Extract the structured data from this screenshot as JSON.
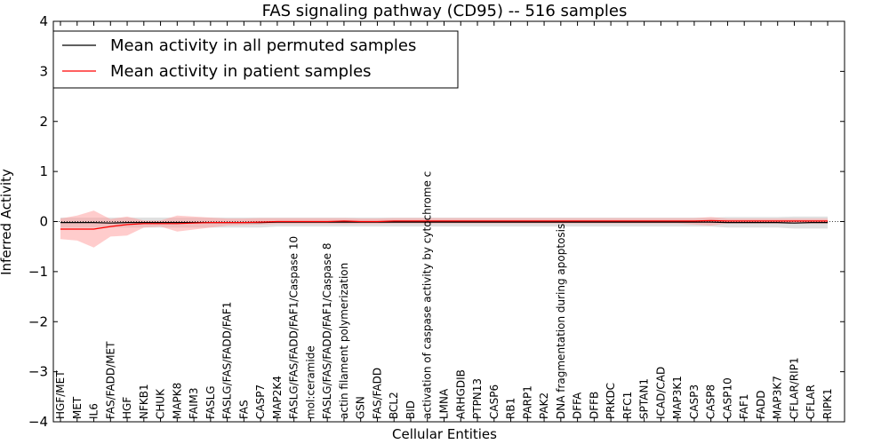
{
  "chart_data": {
    "type": "line",
    "title": "FAS signaling pathway (CD95) -- 516 samples",
    "xlabel": "Cellular Entities",
    "ylabel": "Inferred Activity",
    "ylim": [
      -4,
      4
    ],
    "yticks": [
      "−4",
      "−3",
      "−2",
      "−1",
      "0",
      "1",
      "2",
      "3",
      "4"
    ],
    "grid": false,
    "legend_position": "top-left",
    "categories": [
      "HGF/MET",
      "MET",
      "IL6",
      "FAS/FADD/MET",
      "HGF",
      "NFKB1",
      "CHUK",
      "MAPK8",
      "FAIM3",
      "FASLG",
      "FASLG/FAS/FADD/FAF1",
      "FAS",
      "CASP7",
      "MAP2K4",
      "FASLG/FAS/FADD/FAF1/Caspase 10",
      "mol:ceramide",
      "FASLG/FAS/FADD/FAF1/Caspase 8",
      "actin filament polymerization",
      "GSN",
      "FAS/FADD",
      "BCL2",
      "BID",
      "activation of caspase activity by cytochrome c",
      "LMNA",
      "ARHGDIB",
      "PTPN13",
      "CASP6",
      "RB1",
      "PARP1",
      "PAK2",
      "DNA fragmentation during apoptosis",
      "DFFA",
      "DFFB",
      "PRKDC",
      "RFC1",
      "SPTAN1",
      "ICAD/CAD",
      "MAP3K1",
      "CASP3",
      "CASP8",
      "CASP10",
      "FAF1",
      "FADD",
      "MAP3K7",
      "CFLAR/RIP1",
      "CFLAR",
      "RIPK1"
    ],
    "series": [
      {
        "name": "Mean activity in all permuted samples",
        "color": "#000000",
        "band_color": "#cccccc",
        "values": [
          -0.02,
          -0.02,
          -0.02,
          -0.03,
          -0.02,
          -0.02,
          -0.02,
          -0.02,
          -0.02,
          -0.02,
          -0.02,
          -0.02,
          -0.02,
          -0.01,
          -0.01,
          -0.01,
          -0.01,
          -0.01,
          -0.01,
          -0.01,
          -0.01,
          -0.01,
          -0.01,
          -0.01,
          -0.01,
          -0.01,
          -0.01,
          -0.01,
          -0.01,
          -0.01,
          -0.01,
          -0.01,
          -0.01,
          -0.01,
          -0.01,
          -0.01,
          -0.01,
          -0.01,
          -0.01,
          -0.01,
          -0.02,
          -0.02,
          -0.02,
          -0.02,
          -0.03,
          -0.02,
          -0.02
        ],
        "lower": [
          -0.12,
          -0.12,
          -0.12,
          -0.12,
          -0.12,
          -0.12,
          -0.12,
          -0.12,
          -0.12,
          -0.12,
          -0.12,
          -0.12,
          -0.12,
          -0.1,
          -0.1,
          -0.1,
          -0.1,
          -0.1,
          -0.1,
          -0.1,
          -0.1,
          -0.1,
          -0.1,
          -0.1,
          -0.1,
          -0.1,
          -0.1,
          -0.1,
          -0.1,
          -0.1,
          -0.1,
          -0.1,
          -0.1,
          -0.1,
          -0.1,
          -0.1,
          -0.1,
          -0.1,
          -0.1,
          -0.1,
          -0.12,
          -0.12,
          -0.12,
          -0.12,
          -0.14,
          -0.14,
          -0.14
        ],
        "upper": [
          0.08,
          0.08,
          0.08,
          0.08,
          0.08,
          0.08,
          0.08,
          0.08,
          0.08,
          0.08,
          0.08,
          0.08,
          0.08,
          0.08,
          0.08,
          0.08,
          0.08,
          0.08,
          0.08,
          0.08,
          0.08,
          0.08,
          0.08,
          0.08,
          0.08,
          0.08,
          0.08,
          0.08,
          0.08,
          0.08,
          0.08,
          0.08,
          0.08,
          0.08,
          0.08,
          0.08,
          0.08,
          0.08,
          0.08,
          0.08,
          0.09,
          0.09,
          0.09,
          0.09,
          0.1,
          0.1,
          0.1
        ]
      },
      {
        "name": "Mean activity in patient samples",
        "color": "#ff0000",
        "band_color": "#ff9999",
        "values": [
          -0.15,
          -0.15,
          -0.15,
          -0.1,
          -0.06,
          -0.04,
          -0.04,
          -0.04,
          -0.03,
          -0.02,
          -0.02,
          -0.02,
          -0.01,
          0,
          0,
          0,
          0,
          0.01,
          0,
          0,
          0.01,
          0.01,
          0.01,
          0.01,
          0.01,
          0.01,
          0.01,
          0.01,
          0.01,
          0.01,
          0.01,
          0.01,
          0.01,
          0.01,
          0.01,
          0.01,
          0.01,
          0.01,
          0.01,
          0.02,
          0.01,
          0.01,
          0.01,
          0.01,
          0.01,
          0.01,
          0.01
        ],
        "lower": [
          -0.35,
          -0.38,
          -0.52,
          -0.3,
          -0.28,
          -0.12,
          -0.1,
          -0.2,
          -0.16,
          -0.12,
          -0.08,
          -0.07,
          -0.06,
          -0.05,
          -0.05,
          -0.05,
          -0.05,
          -0.05,
          -0.05,
          -0.05,
          -0.04,
          -0.04,
          -0.04,
          -0.04,
          -0.04,
          -0.04,
          -0.04,
          -0.04,
          -0.04,
          -0.04,
          -0.04,
          -0.04,
          -0.04,
          -0.04,
          -0.04,
          -0.04,
          -0.04,
          -0.04,
          -0.06,
          -0.08,
          -0.04,
          -0.04,
          -0.04,
          -0.04,
          -0.04,
          -0.04,
          -0.04
        ],
        "upper": [
          0.06,
          0.12,
          0.22,
          0.05,
          0.1,
          0.02,
          0.02,
          0.12,
          0.1,
          0.08,
          0.06,
          0.06,
          0.07,
          0.07,
          0.07,
          0.07,
          0.07,
          0.07,
          0.06,
          0.06,
          0.07,
          0.07,
          0.07,
          0.07,
          0.07,
          0.07,
          0.07,
          0.07,
          0.07,
          0.07,
          0.07,
          0.07,
          0.07,
          0.07,
          0.07,
          0.07,
          0.07,
          0.07,
          0.07,
          0.09,
          0.06,
          0.06,
          0.06,
          0.06,
          0.06,
          0.06,
          0.06
        ]
      }
    ]
  }
}
